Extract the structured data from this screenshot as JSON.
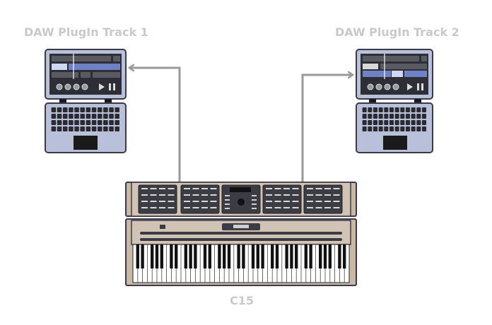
{
  "labels": {
    "track1": "DAW PlugIn Track 1",
    "track2": "DAW PlugIn Track 2",
    "instrument": "C15"
  },
  "colors": {
    "label_gray": "#c9c9c9",
    "arrow_gray": "#999999",
    "laptop_body": "#b8c0da",
    "laptop_outline": "#3a3a4a",
    "wood": "#c8b8a6",
    "panel_dark": "#3c3c44"
  },
  "icons": {
    "play": "▶",
    "pause": "❚❚"
  }
}
